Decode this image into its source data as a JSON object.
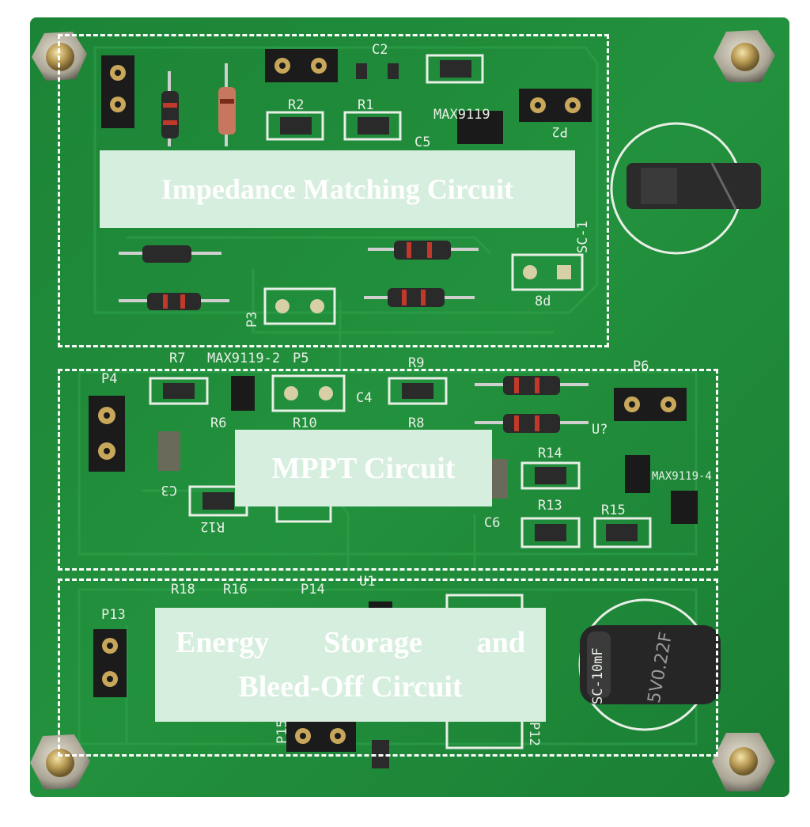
{
  "image": {
    "colors": {
      "background": "#ffffff",
      "pcb": "#1f8a3a",
      "pcb_dark": "#157030",
      "silkscreen": "#e8efe6",
      "label_fill": "#d6eedd",
      "label_text": "#ffffff",
      "dashed_border": "#ffffff",
      "brass": "#b89a54"
    },
    "region_labels": {
      "impedance": "Impedance Matching Circuit",
      "mppt": "MPPT Circuit",
      "energy_line1_words": [
        "Energy",
        "Storage",
        "and"
      ],
      "energy_line2": "Bleed-Off Circuit"
    },
    "silkscreen": {
      "c2": "C2",
      "r2": "R2",
      "r1": "R1",
      "max9119": "MAX9119",
      "p2": "P2",
      "c5": "C5",
      "sc1": "SC-1",
      "p3": "P3",
      "p8": "8d",
      "r7": "R7",
      "max9119_2": "MAX9119-2",
      "p5": "P5",
      "r9": "R9",
      "p6": "P6",
      "p4": "P4",
      "c4": "C4",
      "r10": "R10",
      "r8": "R8",
      "r6": "R6",
      "r14": "R14",
      "u7": "U?",
      "max9119_4": "MAX9119-4",
      "c3": "C3",
      "r12": "R12",
      "r13": "R13",
      "r15": "R15",
      "c6": "C6",
      "r18": "R18",
      "r16": "R16",
      "p14": "P14",
      "u1": "U1",
      "p13": "P13",
      "sc10mf": "SC-10mF",
      "p15": "P15",
      "p12": "P12",
      "cap_print": "5V0.22F"
    }
  }
}
